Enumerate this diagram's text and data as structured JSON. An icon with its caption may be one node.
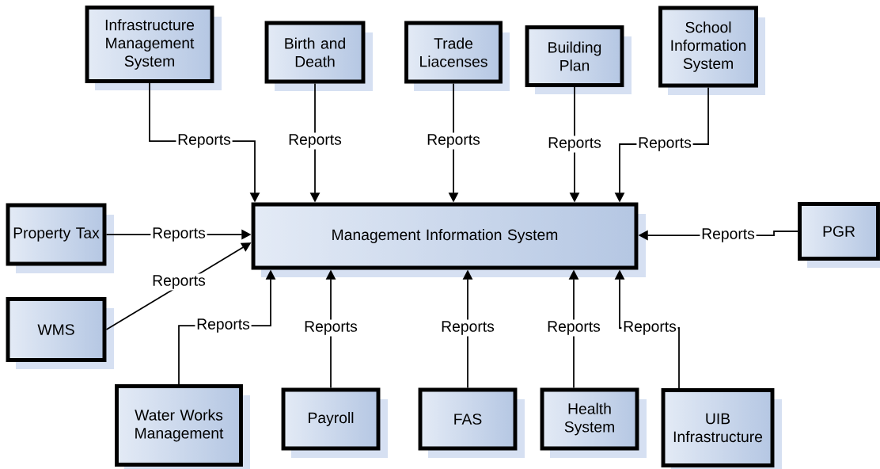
{
  "diagram": {
    "nodes": [
      {
        "text": [
          "Infrastructure Management System"
        ]
      },
      {
        "text": [
          "Birth and Death"
        ]
      },
      {
        "text": [
          "Trade Liacenses"
        ]
      },
      {
        "text": [
          "Building Plan"
        ]
      },
      {
        "text": [
          "School Information System"
        ]
      },
      {
        "text": [
          "Property Tax"
        ]
      },
      {
        "text": [
          "Management Information System"
        ]
      },
      {
        "text": [
          "PGR"
        ]
      },
      {
        "text": [
          "WMS"
        ]
      },
      {
        "text": [
          "Water Works Management"
        ]
      },
      {
        "text": [
          "Payroll"
        ]
      },
      {
        "text": [
          "FAS"
        ]
      },
      {
        "text": [
          "Health System"
        ]
      },
      {
        "text": [
          "UIB Infrastructure"
        ]
      }
    ],
    "edges": [
      {
        "from": 0,
        "to": 6,
        "arrow": "to",
        "label": "Reports"
      },
      {
        "from": 1,
        "to": 6,
        "arrow": "to",
        "label": "Reports"
      },
      {
        "from": 2,
        "to": 6,
        "arrow": "to",
        "label": "Reports"
      },
      {
        "from": 3,
        "to": 6,
        "arrow": "to",
        "label": "Reports"
      },
      {
        "from": 4,
        "to": 6,
        "arrow": "to",
        "label": "Reports"
      },
      {
        "from": 5,
        "to": 6,
        "arrow": "to",
        "label": "Reports"
      },
      {
        "from": 8,
        "to": 6,
        "arrow": "to",
        "label": "Reports"
      },
      {
        "from": 7,
        "to": 6,
        "arrow": "to",
        "label": "Reports"
      },
      {
        "from": 9,
        "to": 6,
        "arrow": "to",
        "label": "Reports"
      },
      {
        "from": 10,
        "to": 6,
        "arrow": "to",
        "label": "Reports"
      },
      {
        "from": 11,
        "to": 6,
        "arrow": "to",
        "label": "Reports"
      },
      {
        "from": 12,
        "to": 6,
        "arrow": "to",
        "label": "Reports"
      },
      {
        "from": 13,
        "to": 6,
        "arrow": "to",
        "label": "Reports"
      }
    ]
  }
}
